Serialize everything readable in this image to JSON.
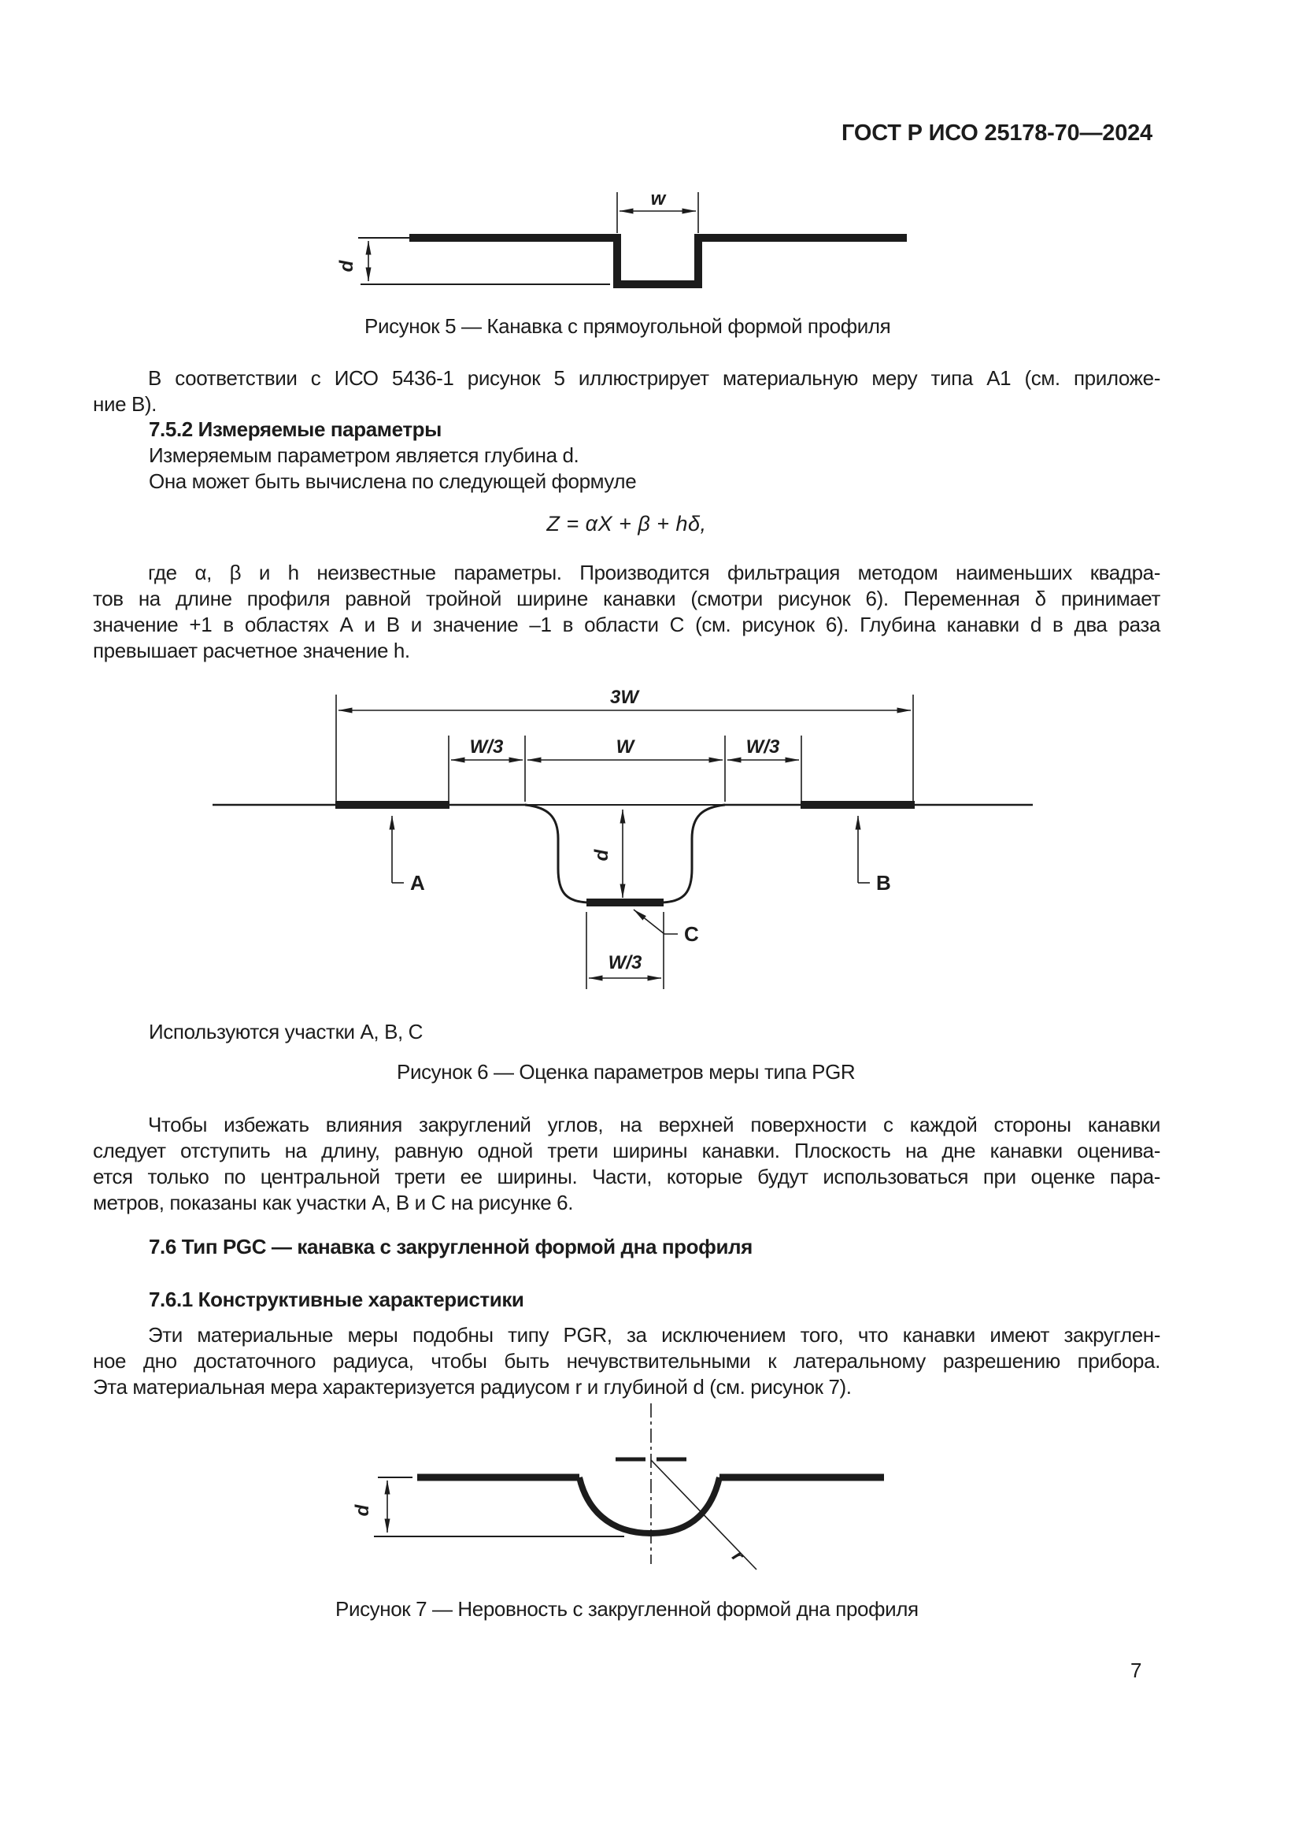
{
  "page": {
    "header": "ГОСТ Р ИСО 25178-70—2024",
    "number": "7"
  },
  "sections": {
    "s752": "7.5.2 Измеряемые параметры",
    "s76": "7.6 Тип PGC — канавка с закругленной формой дна профиля",
    "s761": "7.6.1 Конструктивные характеристики"
  },
  "formula": "Z = αX + β + hδ,",
  "content": {
    "p1": [
      "В соответствии с ИСО 5436-1 рисунок 5 иллюстрирует материальную меру типа А1 (см. приложе-",
      "ние В)."
    ],
    "p2a": "Измеряемым параметром является глубина d.",
    "p2b": "Она может быть вычислена по следующей формуле",
    "p3": [
      "где α, β и h неизвестные параметры. Производится фильтрация методом наименьших квадра-",
      "тов на длине профиля равной тройной ширине канавки (смотри рисунок 6). Переменная δ принимает",
      "значение +1 в областях А и В и значение –1 в области С (см. рисунок 6). Глубина канавки d в два раза",
      "превышает расчетное значение h."
    ],
    "p4": "Используются участки А, В, С",
    "p5": [
      "Чтобы избежать влияния закруглений углов, на верхней поверхности с каждой стороны канавки",
      "следует отступить на длину, равную одной трети ширины канавки. Плоскость на дне канавки оценива-",
      "ется только по центральной трети ее ширины. Части, которые будут использоваться при оценке пара-",
      "метров, показаны как участки А, В и С на рисунке 6."
    ],
    "p6": [
      "Эти материальные меры подобны типу PGR, за исключением того, что канавки имеют закруглен-",
      "ное дно достаточного радиуса, чтобы быть нечувствительными к латеральному разрешению прибора.",
      "Эта материальная мера характеризуется радиусом r и глубиной d (см. рисунок 7)."
    ]
  },
  "figure5": {
    "caption": "Рисунок 5 — Канавка с прямоугольной формой профиля",
    "labels": {
      "w": "w",
      "d": "d"
    }
  },
  "figure6": {
    "caption": "Рисунок 6 — Оценка параметров меры типа PGR",
    "labels": {
      "three_w": "3W",
      "w3_left": "W/3",
      "w": "W",
      "w3_right": "W/3",
      "d": "d",
      "a": "A",
      "b": "B",
      "c": "C",
      "w3_bottom": "W/3"
    }
  },
  "figure7": {
    "caption": "Рисунок 7 — Неровность с закругленной формой дна профиля",
    "labels": {
      "d": "d",
      "r": "r"
    }
  }
}
